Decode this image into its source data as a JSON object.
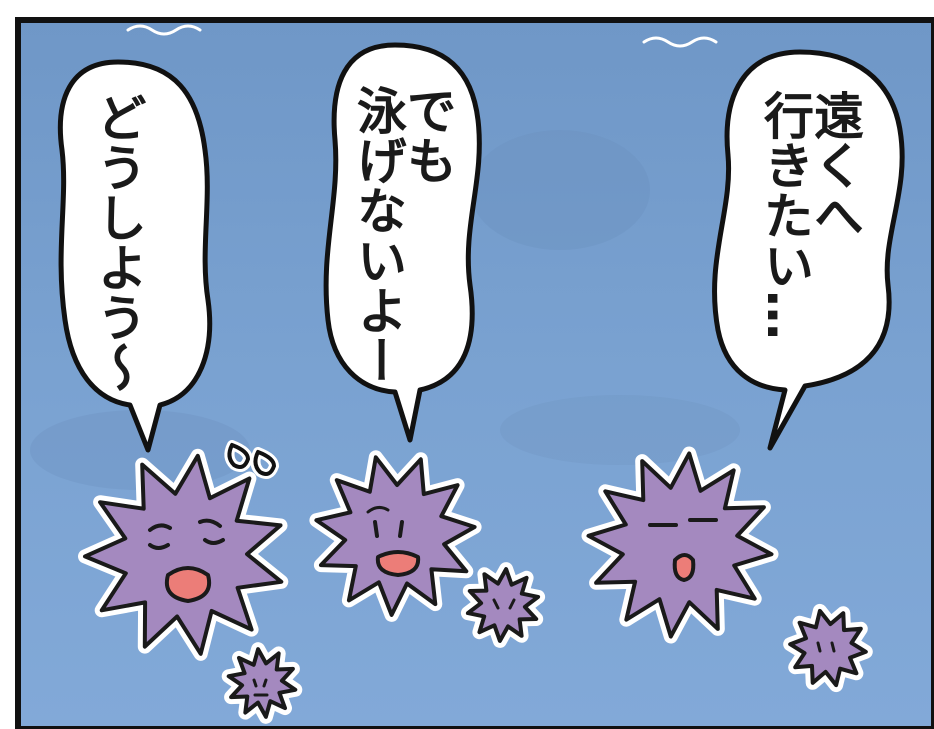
{
  "panel": {
    "colors": {
      "sea_top": "#6f97c7",
      "sea_bottom": "#7fa6d6",
      "urchin_fill": "#a489bf",
      "urchin_outline": "#1a1a1a",
      "mouth_fill": "#ec7d78",
      "bubble_fill": "#ffffff"
    },
    "bubbles": [
      {
        "speaker": "left-urchin",
        "lines": [
          "どうしよう〜"
        ]
      },
      {
        "speaker": "middle-urchin",
        "lines": [
          "でも",
          "泳げないよー"
        ]
      },
      {
        "speaker": "right-urchin",
        "lines": [
          "遠くへ",
          "行きたい…"
        ]
      }
    ],
    "characters": [
      {
        "name": "left-urchin",
        "expression": "worried, eyes closed, sweat drops"
      },
      {
        "name": "middle-urchin",
        "expression": "anxious, open mouth"
      },
      {
        "name": "right-urchin",
        "expression": "dreamy, eyes closed"
      }
    ],
    "icons": [
      "wave-icon",
      "sweat-drop-icon",
      "sea-urchin-icon"
    ]
  }
}
